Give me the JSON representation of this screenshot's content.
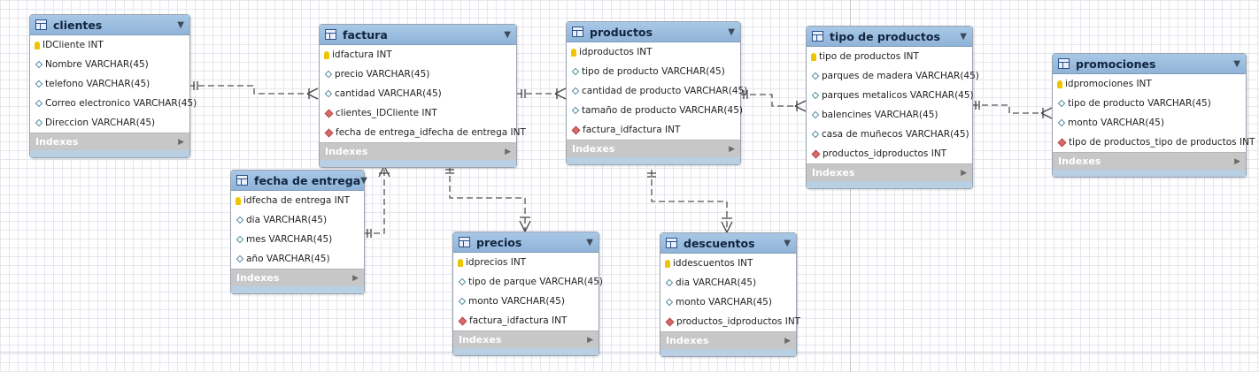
{
  "tables": {
    "clientes": {
      "name": "clientes",
      "columns": [
        {
          "label": "IDCliente INT",
          "kind": "pk"
        },
        {
          "label": "Nombre VARCHAR(45)",
          "kind": "col"
        },
        {
          "label": "telefono VARCHAR(45)",
          "kind": "col"
        },
        {
          "label": "Correo electronico VARCHAR(45)",
          "kind": "col"
        },
        {
          "label": "Direccion VARCHAR(45)",
          "kind": "col"
        }
      ]
    },
    "factura": {
      "name": "factura",
      "columns": [
        {
          "label": "idfactura INT",
          "kind": "pk"
        },
        {
          "label": "precio VARCHAR(45)",
          "kind": "col"
        },
        {
          "label": "cantidad VARCHAR(45)",
          "kind": "col"
        },
        {
          "label": "clientes_IDCliente INT",
          "kind": "fk"
        },
        {
          "label": "fecha de entrega_idfecha de entrega INT",
          "kind": "fk"
        }
      ]
    },
    "fecha": {
      "name": "fecha de entrega",
      "columns": [
        {
          "label": "idfecha de entrega INT",
          "kind": "pk"
        },
        {
          "label": "dia VARCHAR(45)",
          "kind": "col"
        },
        {
          "label": "mes VARCHAR(45)",
          "kind": "col"
        },
        {
          "label": "año VARCHAR(45)",
          "kind": "col"
        }
      ]
    },
    "precios": {
      "name": "precios",
      "columns": [
        {
          "label": "idprecios INT",
          "kind": "pk"
        },
        {
          "label": "tipo de parque VARCHAR(45)",
          "kind": "col"
        },
        {
          "label": "monto VARCHAR(45)",
          "kind": "col"
        },
        {
          "label": "factura_idfactura INT",
          "kind": "fk"
        }
      ]
    },
    "productos": {
      "name": "productos",
      "columns": [
        {
          "label": "idproductos INT",
          "kind": "pk"
        },
        {
          "label": "tipo de producto VARCHAR(45)",
          "kind": "col"
        },
        {
          "label": "cantidad de producto VARCHAR(45)",
          "kind": "col"
        },
        {
          "label": "tamaño de producto VARCHAR(45)",
          "kind": "col"
        },
        {
          "label": "factura_idfactura INT",
          "kind": "fk"
        }
      ]
    },
    "descuentos": {
      "name": "descuentos",
      "columns": [
        {
          "label": "iddescuentos INT",
          "kind": "pk"
        },
        {
          "label": "dia VARCHAR(45)",
          "kind": "col"
        },
        {
          "label": "monto VARCHAR(45)",
          "kind": "col"
        },
        {
          "label": "productos_idproductos INT",
          "kind": "fk"
        }
      ]
    },
    "tipo": {
      "name": "tipo de productos",
      "columns": [
        {
          "label": "tipo de productos INT",
          "kind": "pk"
        },
        {
          "label": "parques de madera VARCHAR(45)",
          "kind": "col"
        },
        {
          "label": "parques metalicos VARCHAR(45)",
          "kind": "col"
        },
        {
          "label": "balencines VARCHAR(45)",
          "kind": "col"
        },
        {
          "label": "casa de muñecos VARCHAR(45)",
          "kind": "col"
        },
        {
          "label": "productos_idproductos INT",
          "kind": "fk"
        }
      ]
    },
    "promociones": {
      "name": "promociones",
      "columns": [
        {
          "label": "idpromociones INT",
          "kind": "pk"
        },
        {
          "label": "tipo de producto VARCHAR(45)",
          "kind": "col"
        },
        {
          "label": "monto VARCHAR(45)",
          "kind": "col"
        },
        {
          "label": "tipo de productos_tipo de productos INT",
          "kind": "fk"
        }
      ]
    }
  },
  "indexes_label": "Indexes",
  "colors": {
    "header": "#8fb3d8",
    "indexes_bar": "#c7c7c7",
    "pk_icon": "#f0c400",
    "fk_icon": "#d86a6a",
    "connector": "#555555"
  }
}
